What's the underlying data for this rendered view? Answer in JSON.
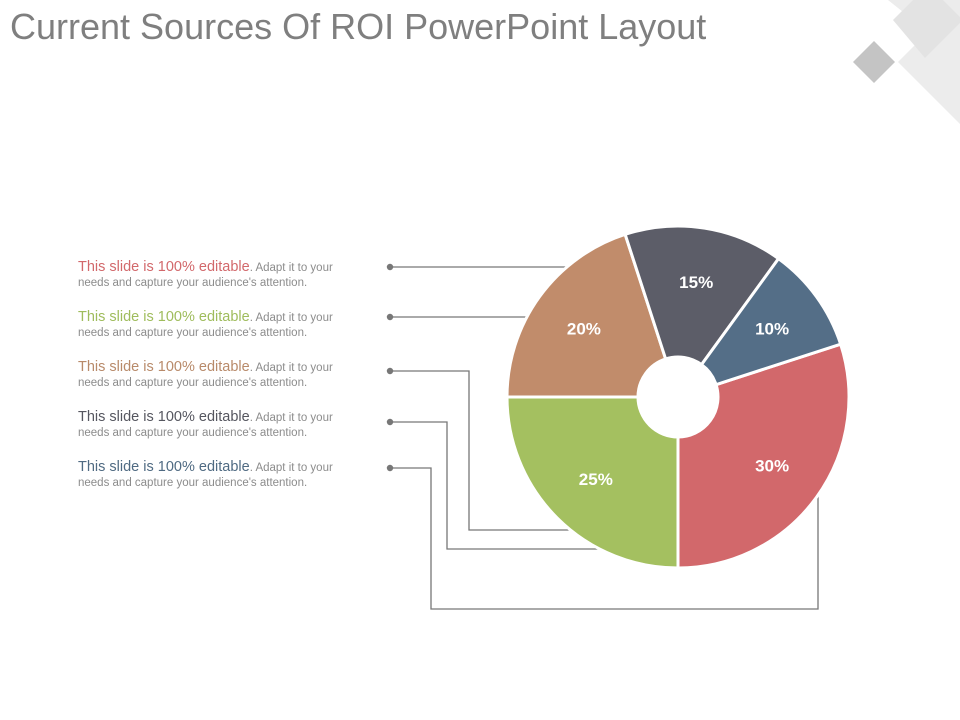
{
  "title": "Current Sources Of ROI PowerPoint Layout",
  "legend": [
    {
      "head": "This slide is 100% editable",
      "tail": ". Adapt it to your",
      "line2": "needs and capture your audience's attention.",
      "color": "#d2686b"
    },
    {
      "head": "This slide is 100% editable",
      "tail": ". Adapt it to your",
      "line2": "needs and capture your audience's attention.",
      "color": "#9fbc5c"
    },
    {
      "head": "This slide is 100% editable",
      "tail": ". Adapt it to your",
      "line2": "needs and capture your audience's attention.",
      "color": "#b88a6a"
    },
    {
      "head": "This slide is 100% editable",
      "tail": ". Adapt it to your",
      "line2": "needs and capture your audience's attention.",
      "color": "#55565f"
    },
    {
      "head": "This slide is 100% editable",
      "tail": ". Adapt it to your",
      "line2": "needs and capture your audience's attention.",
      "color": "#4f6a82"
    }
  ],
  "colors": {
    "title": "#7f7f7f",
    "body_text": "#8c8c8c",
    "leader_line": "#777777",
    "deco_light": "#ececec",
    "deco_dark": "#c4c4c4"
  },
  "chart_data": {
    "type": "pie",
    "donut": true,
    "categories": [
      "30%",
      "25%",
      "20%",
      "15%",
      "10%"
    ],
    "values": [
      30,
      25,
      20,
      15,
      10
    ],
    "labels": [
      "30%",
      "25%",
      "20%",
      "15%",
      "10%"
    ],
    "colors": [
      "#d2686b",
      "#a4c060",
      "#c18c6b",
      "#5c5d68",
      "#546e87"
    ],
    "start_angle_deg": -18,
    "title": "",
    "legend": "left"
  }
}
